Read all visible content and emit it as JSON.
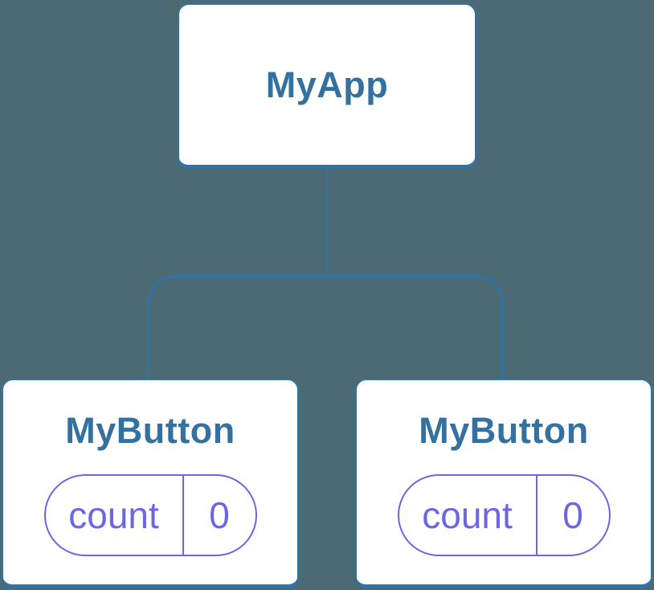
{
  "colors": {
    "background": "#4c6a74",
    "node_fill": "#ffffff",
    "node_border": "#2e74a8",
    "node_text": "#35719f",
    "state_accent": "#6d66e3"
  },
  "diagram": {
    "type": "component-tree",
    "root": {
      "label": "MyApp"
    },
    "children": [
      {
        "label": "MyButton",
        "state": {
          "key": "count",
          "value": "0"
        }
      },
      {
        "label": "MyButton",
        "state": {
          "key": "count",
          "value": "0"
        }
      }
    ]
  }
}
